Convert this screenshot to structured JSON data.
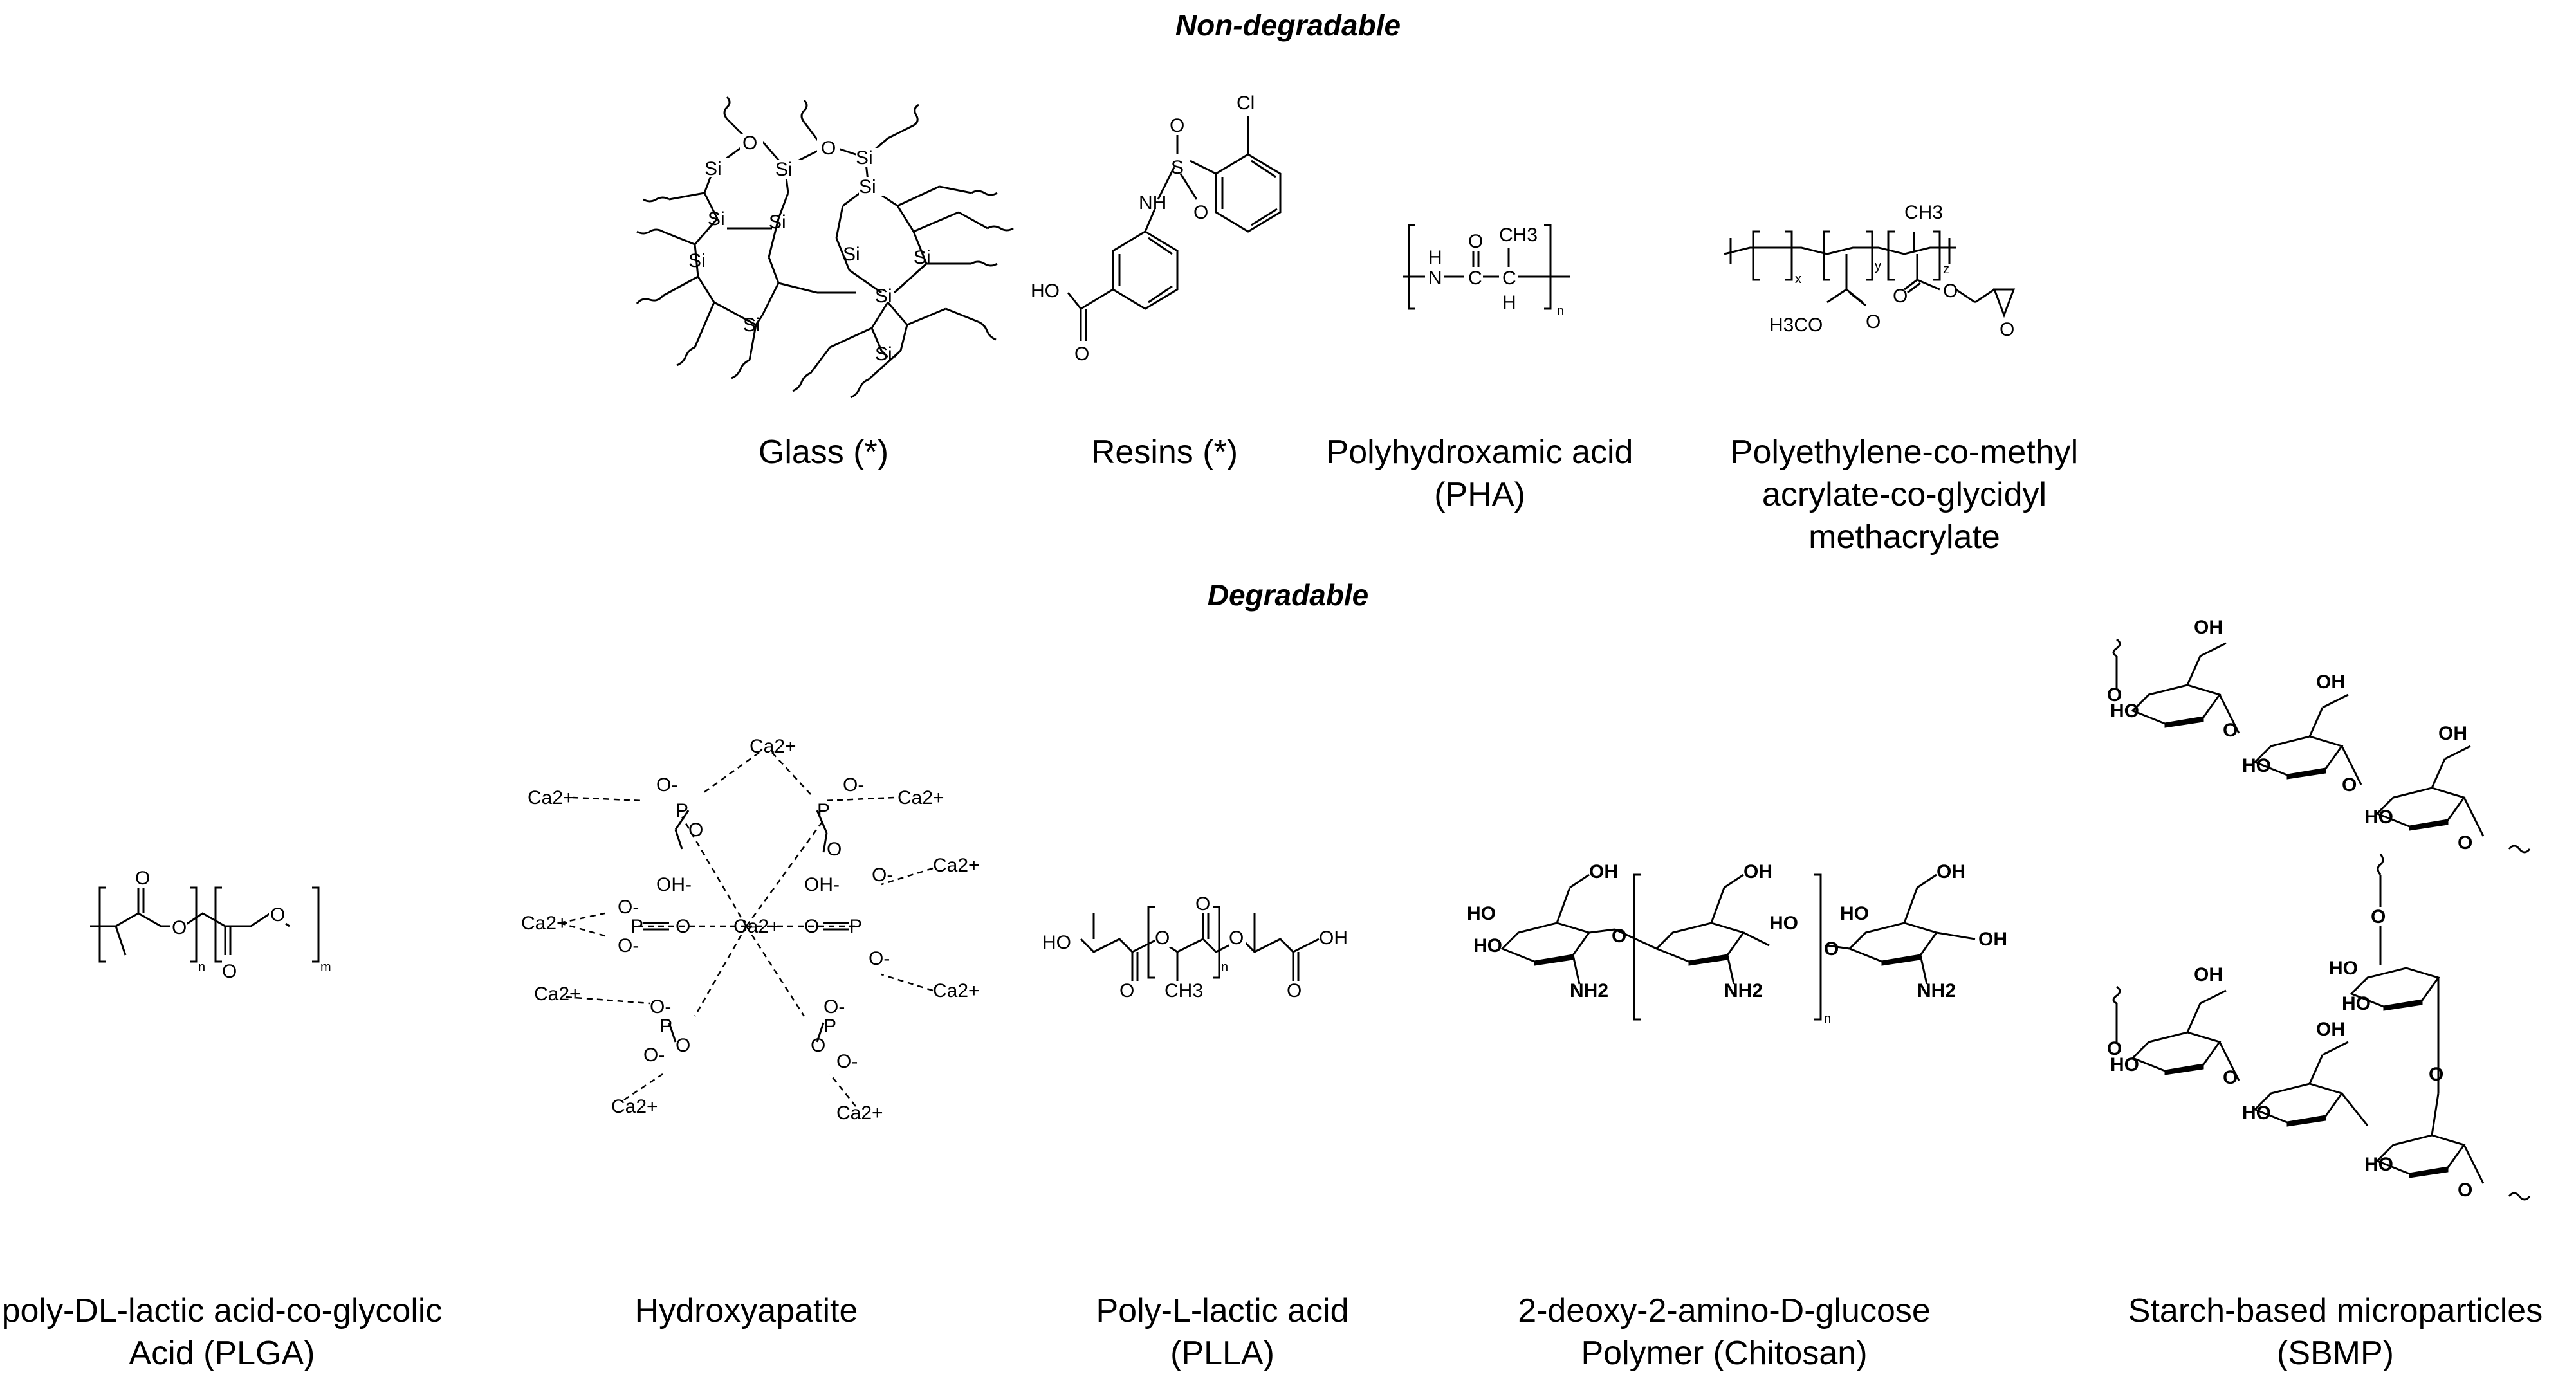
{
  "headings": {
    "non_degradable": "Non-degradable",
    "degradable": "Degradable"
  },
  "captions": {
    "glass": {
      "line1": "Glass (*)"
    },
    "resins": {
      "line1": "Resins (*)"
    },
    "pha": {
      "line1": "Polyhydroxamic acid",
      "line2": "(PHA)"
    },
    "pe_gma": {
      "line1": "Polyethylene-co-methyl",
      "line2": "acrylate-co-glycidyl",
      "line3": "methacrylate"
    },
    "plga": {
      "line1": "poly-DL-lactic acid-co-glycolic",
      "line2": "Acid (PLGA)"
    },
    "hydroxyapatite": {
      "line1": "Hydroxyapatite"
    },
    "plla": {
      "line1": "Poly-L-lactic acid",
      "line2": "(PLLA)"
    },
    "chitosan": {
      "line1": "2-deoxy-2-amino-D-glucose",
      "line2": "Polymer (Chitosan)"
    },
    "sbmp": {
      "line1": "Starch-based microparticles",
      "line2": "(SBMP)"
    }
  },
  "atoms": {
    "Si": "Si",
    "O": "O",
    "Cl": "Cl",
    "S": "S",
    "NH": "NH",
    "HO": "HO",
    "N": "N",
    "H": "H",
    "C": "C",
    "CH3": "CH3",
    "H3CO": "H3CO",
    "OH": "OH",
    "NH2": "NH2",
    "Ca2plus": "Ca2+",
    "P": "P",
    "Ominus": "O-",
    "OHminus": "OH-",
    "n": "n",
    "m": "m",
    "x": "x",
    "y": "y",
    "z": "z"
  }
}
